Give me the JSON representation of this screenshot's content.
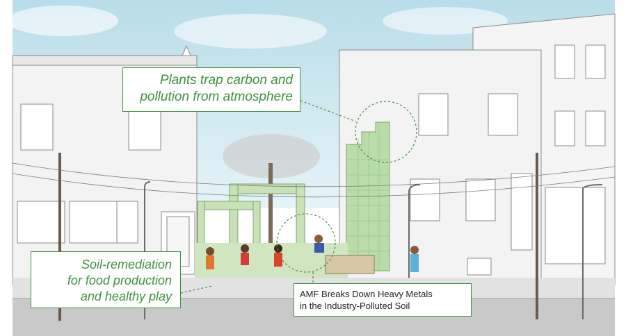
{
  "callouts": {
    "atmosphere": {
      "line1": "Plants trap carbon and",
      "line2": "pollution from atmosphere"
    },
    "soil": {
      "line1": "Soil-remediation",
      "line2": "for food production",
      "line3": "and healthy play"
    },
    "amf": {
      "line1": "AMF Breaks Down Heavy Metals",
      "line2": "in the Industry-Polluted Soil"
    }
  },
  "colors": {
    "accent_green": "#3f8f3f",
    "sky": "#cfe9f2",
    "building_fill": "#f1f1f1",
    "street": "#c9c9c9"
  }
}
